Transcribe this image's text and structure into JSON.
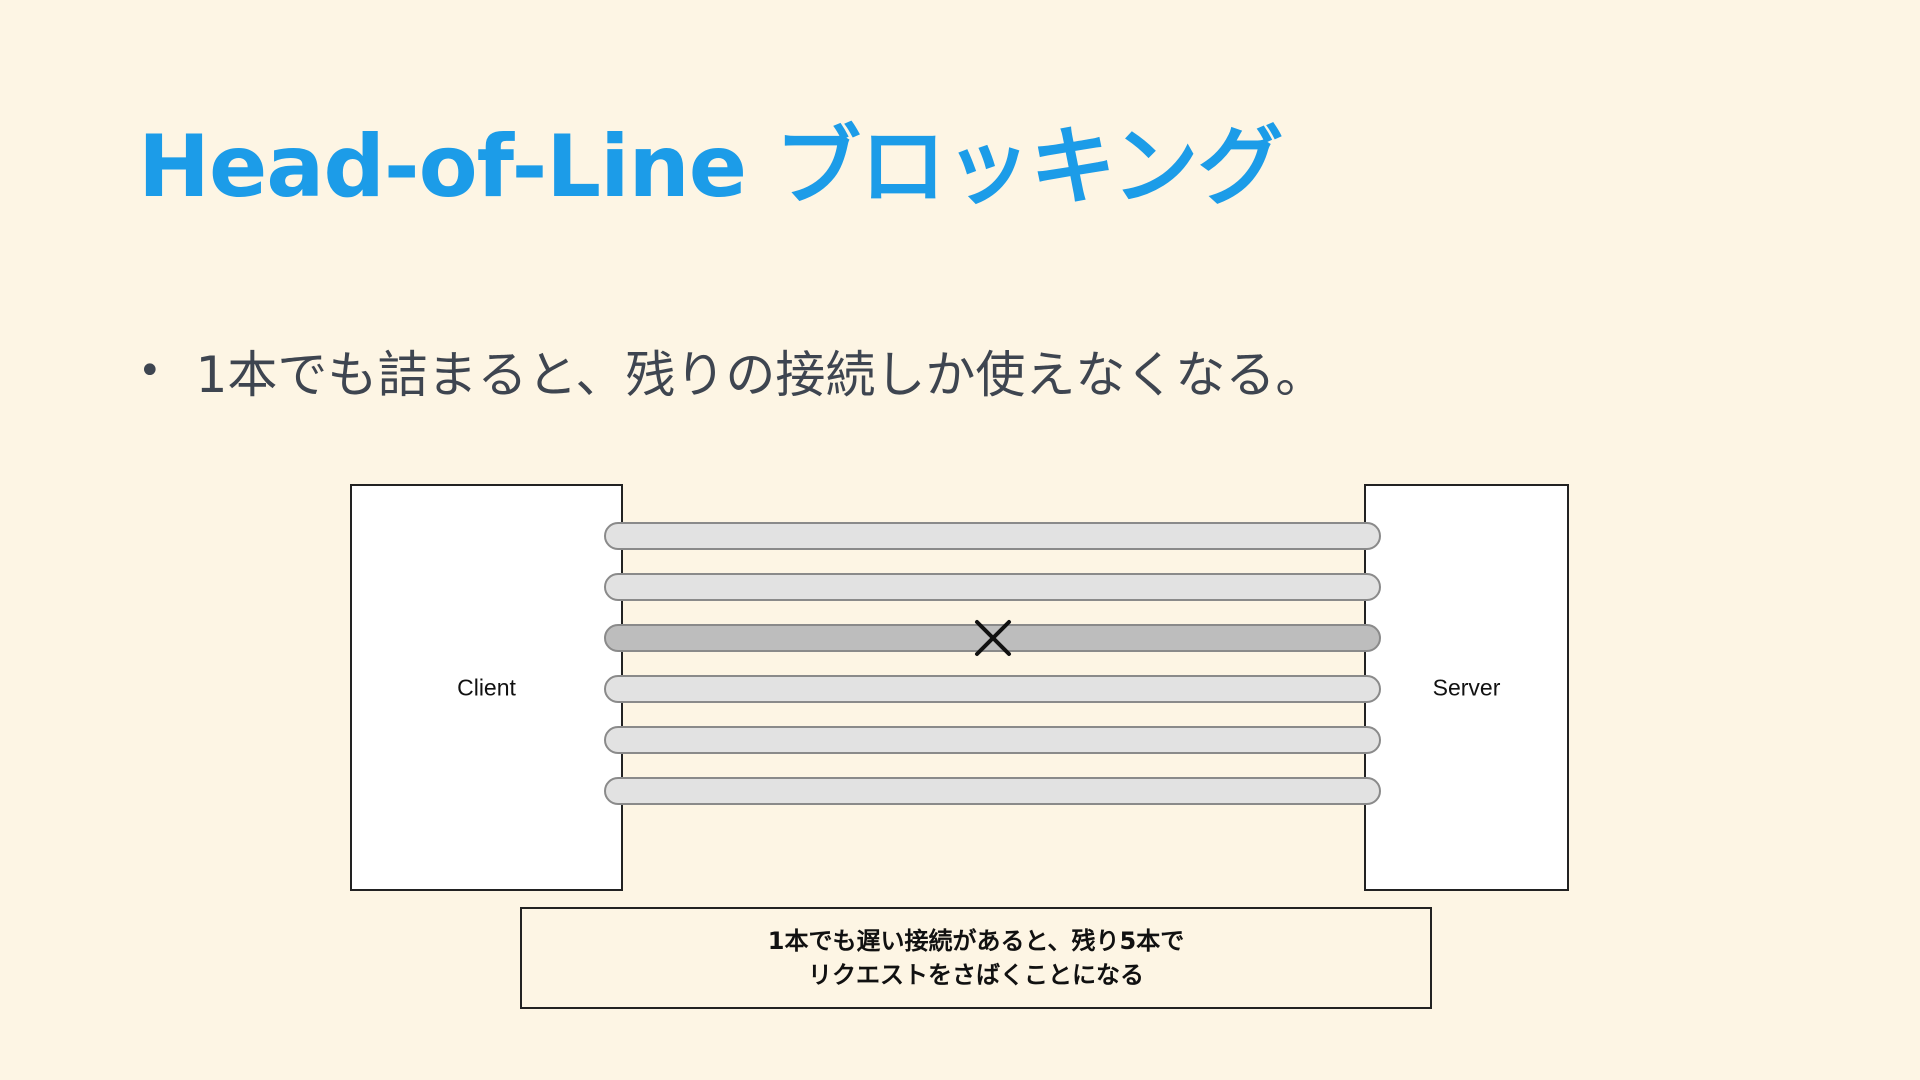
{
  "slide": {
    "title": "Head-of-Line ブロッキング",
    "bullets": [
      "1本でも詰まると、残りの接続しか使えなくなる。"
    ]
  },
  "diagram": {
    "client_label": "Client",
    "server_label": "Server",
    "connections": [
      {
        "state": "normal"
      },
      {
        "state": "normal"
      },
      {
        "state": "blocked"
      },
      {
        "state": "normal"
      },
      {
        "state": "normal"
      },
      {
        "state": "normal"
      }
    ],
    "blocked_marker": "×",
    "caption_lines": [
      "1本でも遅い接続があると、残り5本で",
      "リクエストをさばくことになる"
    ]
  },
  "colors": {
    "title": "#1c9ce8",
    "background": "#fdf5e4",
    "pipe_normal": "#e2e2e2",
    "pipe_blocked": "#bdbdbd",
    "pipe_stroke": "#8a8a8a"
  }
}
